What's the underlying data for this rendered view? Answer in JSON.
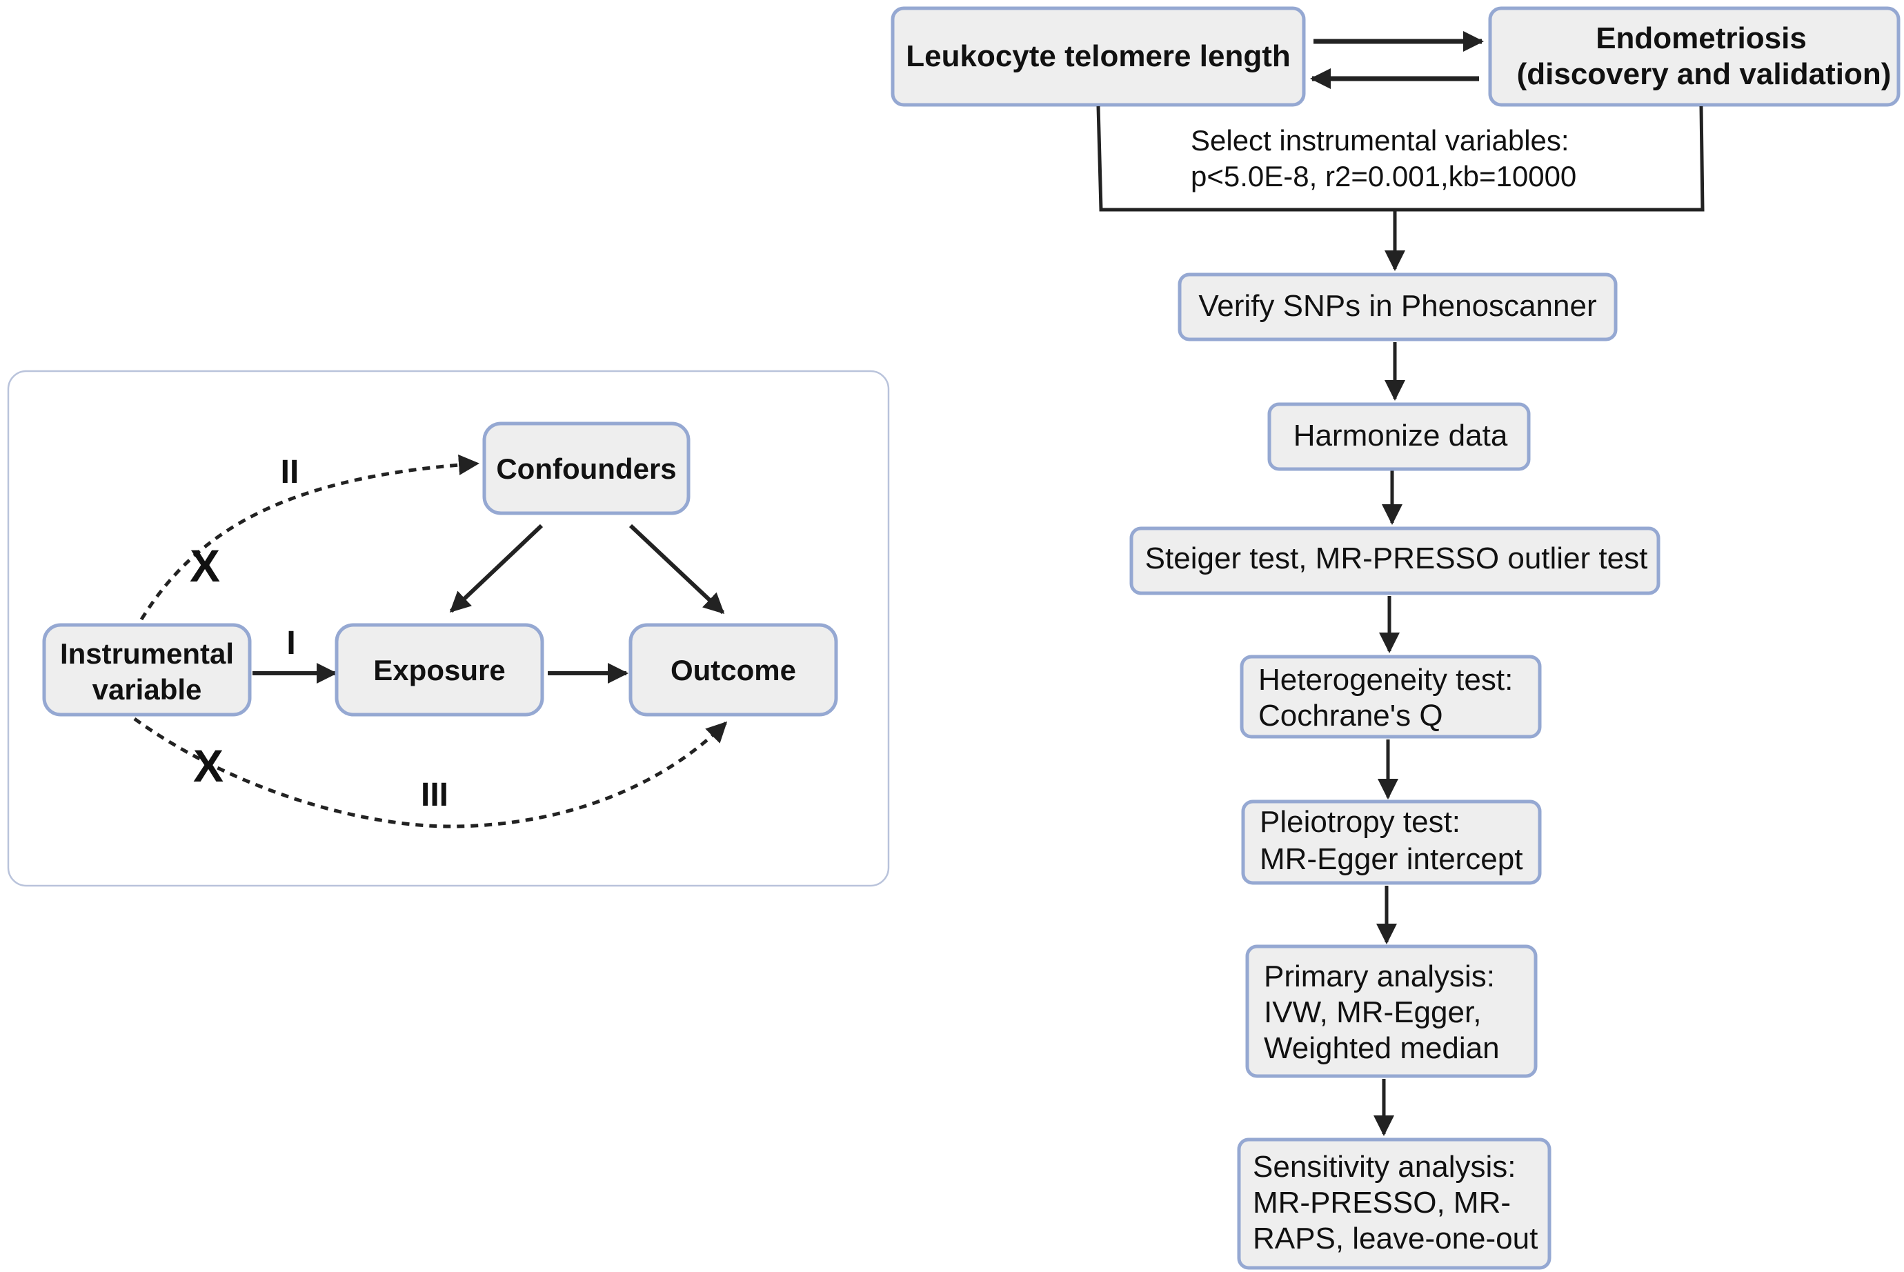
{
  "colors": {
    "box_fill": "#eeeeee",
    "box_border": "#95a8d2",
    "panel_border": "#b9c3db",
    "arrow": "#222222",
    "text": "#111111"
  },
  "causal_model": {
    "nodes": {
      "confounders": "Confounders",
      "instrumental_variable": [
        "Instrumental",
        "variable"
      ],
      "exposure": "Exposure",
      "outcome": "Outcome"
    },
    "labels": {
      "assumption_1": "I",
      "assumption_2": "II",
      "assumption_3": "III",
      "violation_top": "X",
      "violation_bottom": "X"
    }
  },
  "flowchart": {
    "exposure": "Leukocyte telomere length",
    "outcome": [
      "Endometriosis",
      "(discovery and validation)"
    ],
    "iv_selection": [
      "Select instrumental variables:",
      "p<5.0E-8, r2=0.001,kb=10000"
    ],
    "steps": [
      [
        "Verify SNPs in Phenoscanner"
      ],
      [
        "Harmonize data"
      ],
      [
        "Steiger test, MR-PRESSO outlier test"
      ],
      [
        "Heterogeneity test:",
        "Cochrane's Q"
      ],
      [
        "Pleiotropy test:",
        "MR-Egger intercept"
      ],
      [
        "Primary analysis:",
        "IVW, MR-Egger,",
        "Weighted median"
      ],
      [
        "Sensitivity analysis:",
        "MR-PRESSO, MR-",
        "RAPS, leave-one-out"
      ]
    ]
  }
}
